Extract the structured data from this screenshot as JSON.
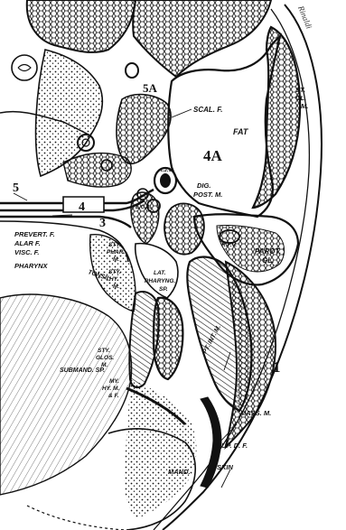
{
  "labels": {
    "n1": "1",
    "n3": "3",
    "n4": "4",
    "n4a": "4A",
    "n5": "5",
    "n5a": "5A",
    "fat": "FAT",
    "scal_f": "SCAL. F.",
    "st_cl_m_1": "ST.",
    "st_cl_m_2": "CL.",
    "st_cl_m_3": "M.",
    "ijv": "I.J.V.",
    "eca": "E.C.A.",
    "dig_post_m_1": "DIG.",
    "dig_post_m_2": "POST. M.",
    "prevert_f": "PREVERT. F.",
    "alar_f": "ALAR F.",
    "visc_f": "VISC. F.",
    "pharynx": "PHARYNX",
    "sty_phar_m_1": "STY.",
    "sty_phar_m_2": "PHAR.",
    "sty_phar_m_3": "M.",
    "rfv": "R.F.V.",
    "parot_gl_1": "PAROT.",
    "parot_gl_2": "GL.",
    "tonsil": "TONSIL",
    "sty_hy_m_1": "STY.",
    "sty_hy_m_2": "HY.",
    "sty_hy_m_3": "M.",
    "lat_pharyng_sp_1": "LAT.",
    "lat_pharyng_sp_2": "PHARYNG.",
    "lat_pharyng_sp_3": "SP.",
    "pt_int_m": "PT. INT. M.",
    "sty_glos_m_1": "STY.",
    "sty_glos_m_2": "GLOS.",
    "sty_glos_m_3": "M.",
    "submand_sp": "SUBMAND. SP.",
    "my_hy_m_1": "MY.",
    "my_hy_m_2": "HY. M.",
    "my_hy_m_3": "& F.",
    "mass_m": "MASS. M.",
    "sup_d_f": "SUP. D. F.",
    "skin": "SKIN",
    "mand": "MAND.",
    "signature": "Rinaldi"
  }
}
